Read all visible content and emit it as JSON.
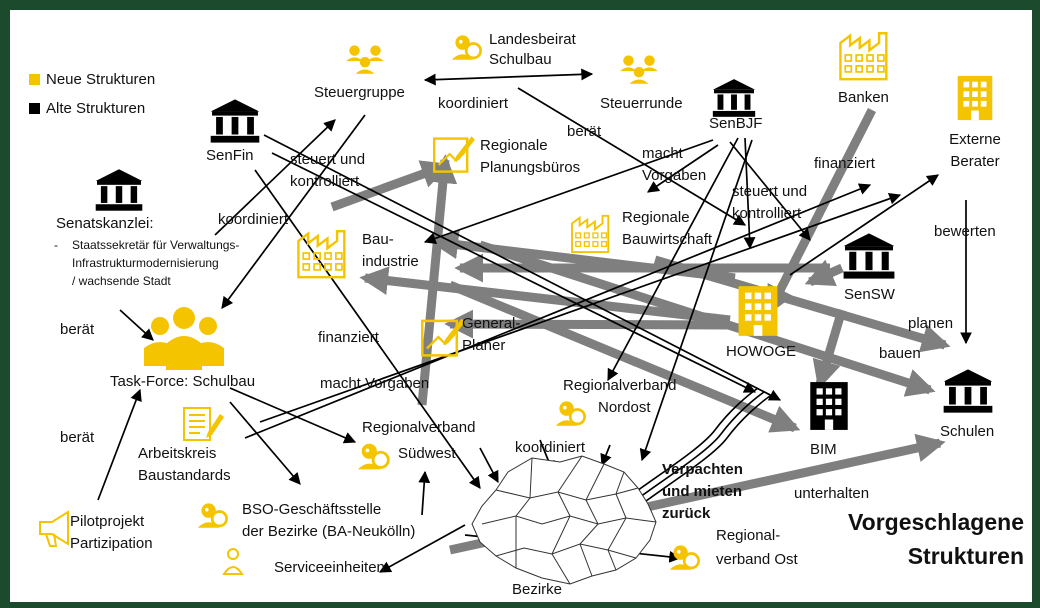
{
  "colors": {
    "frame": "#1b4a2d",
    "new_structure": "#f5c400",
    "old_structure": "#000000",
    "thick_arrow": "#7f7f7f"
  },
  "legend": {
    "new": "Neue Strukturen",
    "old": "Alte Strukturen"
  },
  "title": {
    "line1": "Vorgeschlagene",
    "line2": "Strukturen"
  },
  "nodes": {
    "steuergruppe": "Steuergruppe",
    "landesbeirat": {
      "line1": "Landesbeirat",
      "line2": "Schulbau"
    },
    "steuerrunde": "Steuerrunde",
    "senbjf": "SenBJF",
    "banken": "Banken",
    "externe_berater": {
      "line1": "Externe",
      "line2": "Berater"
    },
    "senfin": "SenFin",
    "regionale_planungsbueros": {
      "line1": "Regionale",
      "line2": "Planungsbüros"
    },
    "senatskanzlei": {
      "title": "Senatskanzlei:",
      "bullet": "-",
      "line1": "Staatssekretär für Verwaltungs-",
      "line2": "Infrastrukturmodernisierung",
      "line3": "/ wachsende Stadt"
    },
    "bauindustrie": {
      "line1": "Bau-",
      "line2": "industrie"
    },
    "regionale_bauwirtschaft": {
      "line1": "Regionale",
      "line2": "Bauwirtschaft"
    },
    "sensw": "SenSW",
    "generalplaner": {
      "line1": "General-",
      "line2": "Planer"
    },
    "howoge": "HOWOGE",
    "task_force": "Task-Force: Schulbau",
    "regionalverband_nordost": {
      "line1": "Regionalverband",
      "line2": "Nordost"
    },
    "bim": "BIM",
    "schulen": "Schulen",
    "arbeitskreis": {
      "line1": "Arbeitskreis",
      "line2": "Baustandards"
    },
    "regionalverband_suedwest": {
      "line1": "Regionalverband",
      "line2": "Südwest"
    },
    "pilotprojekt": {
      "line1": "Pilotprojekt",
      "line2": "Partizipation"
    },
    "bso": {
      "line1": "BSO-Geschäftsstelle",
      "line2": "der Bezirke (BA-Neukölln)"
    },
    "serviceeinheiten": "Serviceeinheiten",
    "bezirke": "Bezirke",
    "regionalverband_ost": {
      "line1": "Regional-",
      "line2": "verband Ost"
    }
  },
  "edge_labels": {
    "koordiniert_top": "koordiniert",
    "beraet_top": "berät",
    "macht_vorgaben_top": {
      "line1": "macht",
      "line2": "Vorgaben"
    },
    "steuert_kontrolliert_left": {
      "line1": "steuert und",
      "line2": "kontrolliert"
    },
    "finanziert_right": "finanziert",
    "steuert_kontrolliert_right": {
      "line1": "steuert und",
      "line2": "kontrolliert"
    },
    "bewerten": "bewerten",
    "koordiniert_left": "koordiniert",
    "beraet_left": "berät",
    "finanziert_mid": "finanziert",
    "planen": "planen",
    "bauen": "bauen",
    "macht_vorgaben_mid": "macht Vorgaben",
    "beraet_bottom": "berät",
    "koordiniert_bottom": "koordiniert",
    "verpachten": {
      "line1": "Verpachten",
      "line2": "und mieten",
      "line3": "zurück"
    },
    "unterhalten": "unterhalten"
  }
}
